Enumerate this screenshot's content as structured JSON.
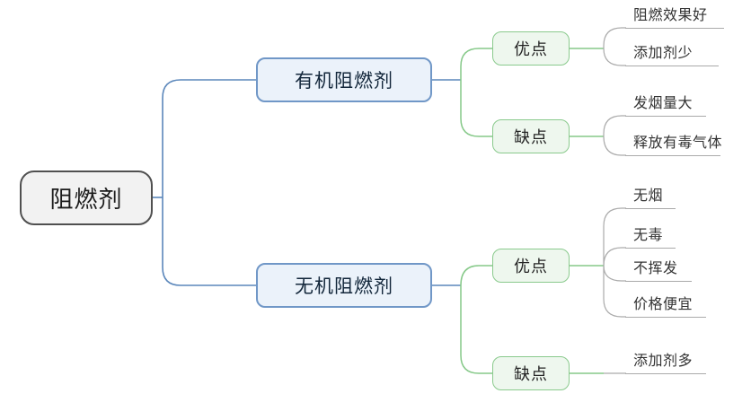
{
  "mindmap": {
    "root": {
      "label": "阻燃剂"
    },
    "branches": [
      {
        "label": "有机阻燃剂",
        "children": [
          {
            "label": "优点",
            "leaves": [
              {
                "label": "阻燃效果好"
              },
              {
                "label": "添加剂少"
              }
            ]
          },
          {
            "label": "缺点",
            "leaves": [
              {
                "label": "发烟量大"
              },
              {
                "label": "释放有毒气体"
              }
            ]
          }
        ]
      },
      {
        "label": "无机阻燃剂",
        "children": [
          {
            "label": "优点",
            "leaves": [
              {
                "label": "无烟"
              },
              {
                "label": "无毒"
              },
              {
                "label": "不挥发"
              },
              {
                "label": "价格便宜"
              }
            ]
          },
          {
            "label": "缺点",
            "leaves": [
              {
                "label": "添加剂多"
              }
            ]
          }
        ]
      }
    ],
    "colors": {
      "background": "#ffffff",
      "root_fill": "#f2f2f2",
      "root_border": "#505050",
      "branch_fill": "#ebf2fa",
      "branch_border": "#7097c7",
      "branch_line": "#5b87bb",
      "sub_fill": "#eef7ee",
      "sub_border": "#8aca8d",
      "sub_line": "#86c989",
      "leaf_line": "#aaaaaa",
      "text": "#242424"
    }
  }
}
